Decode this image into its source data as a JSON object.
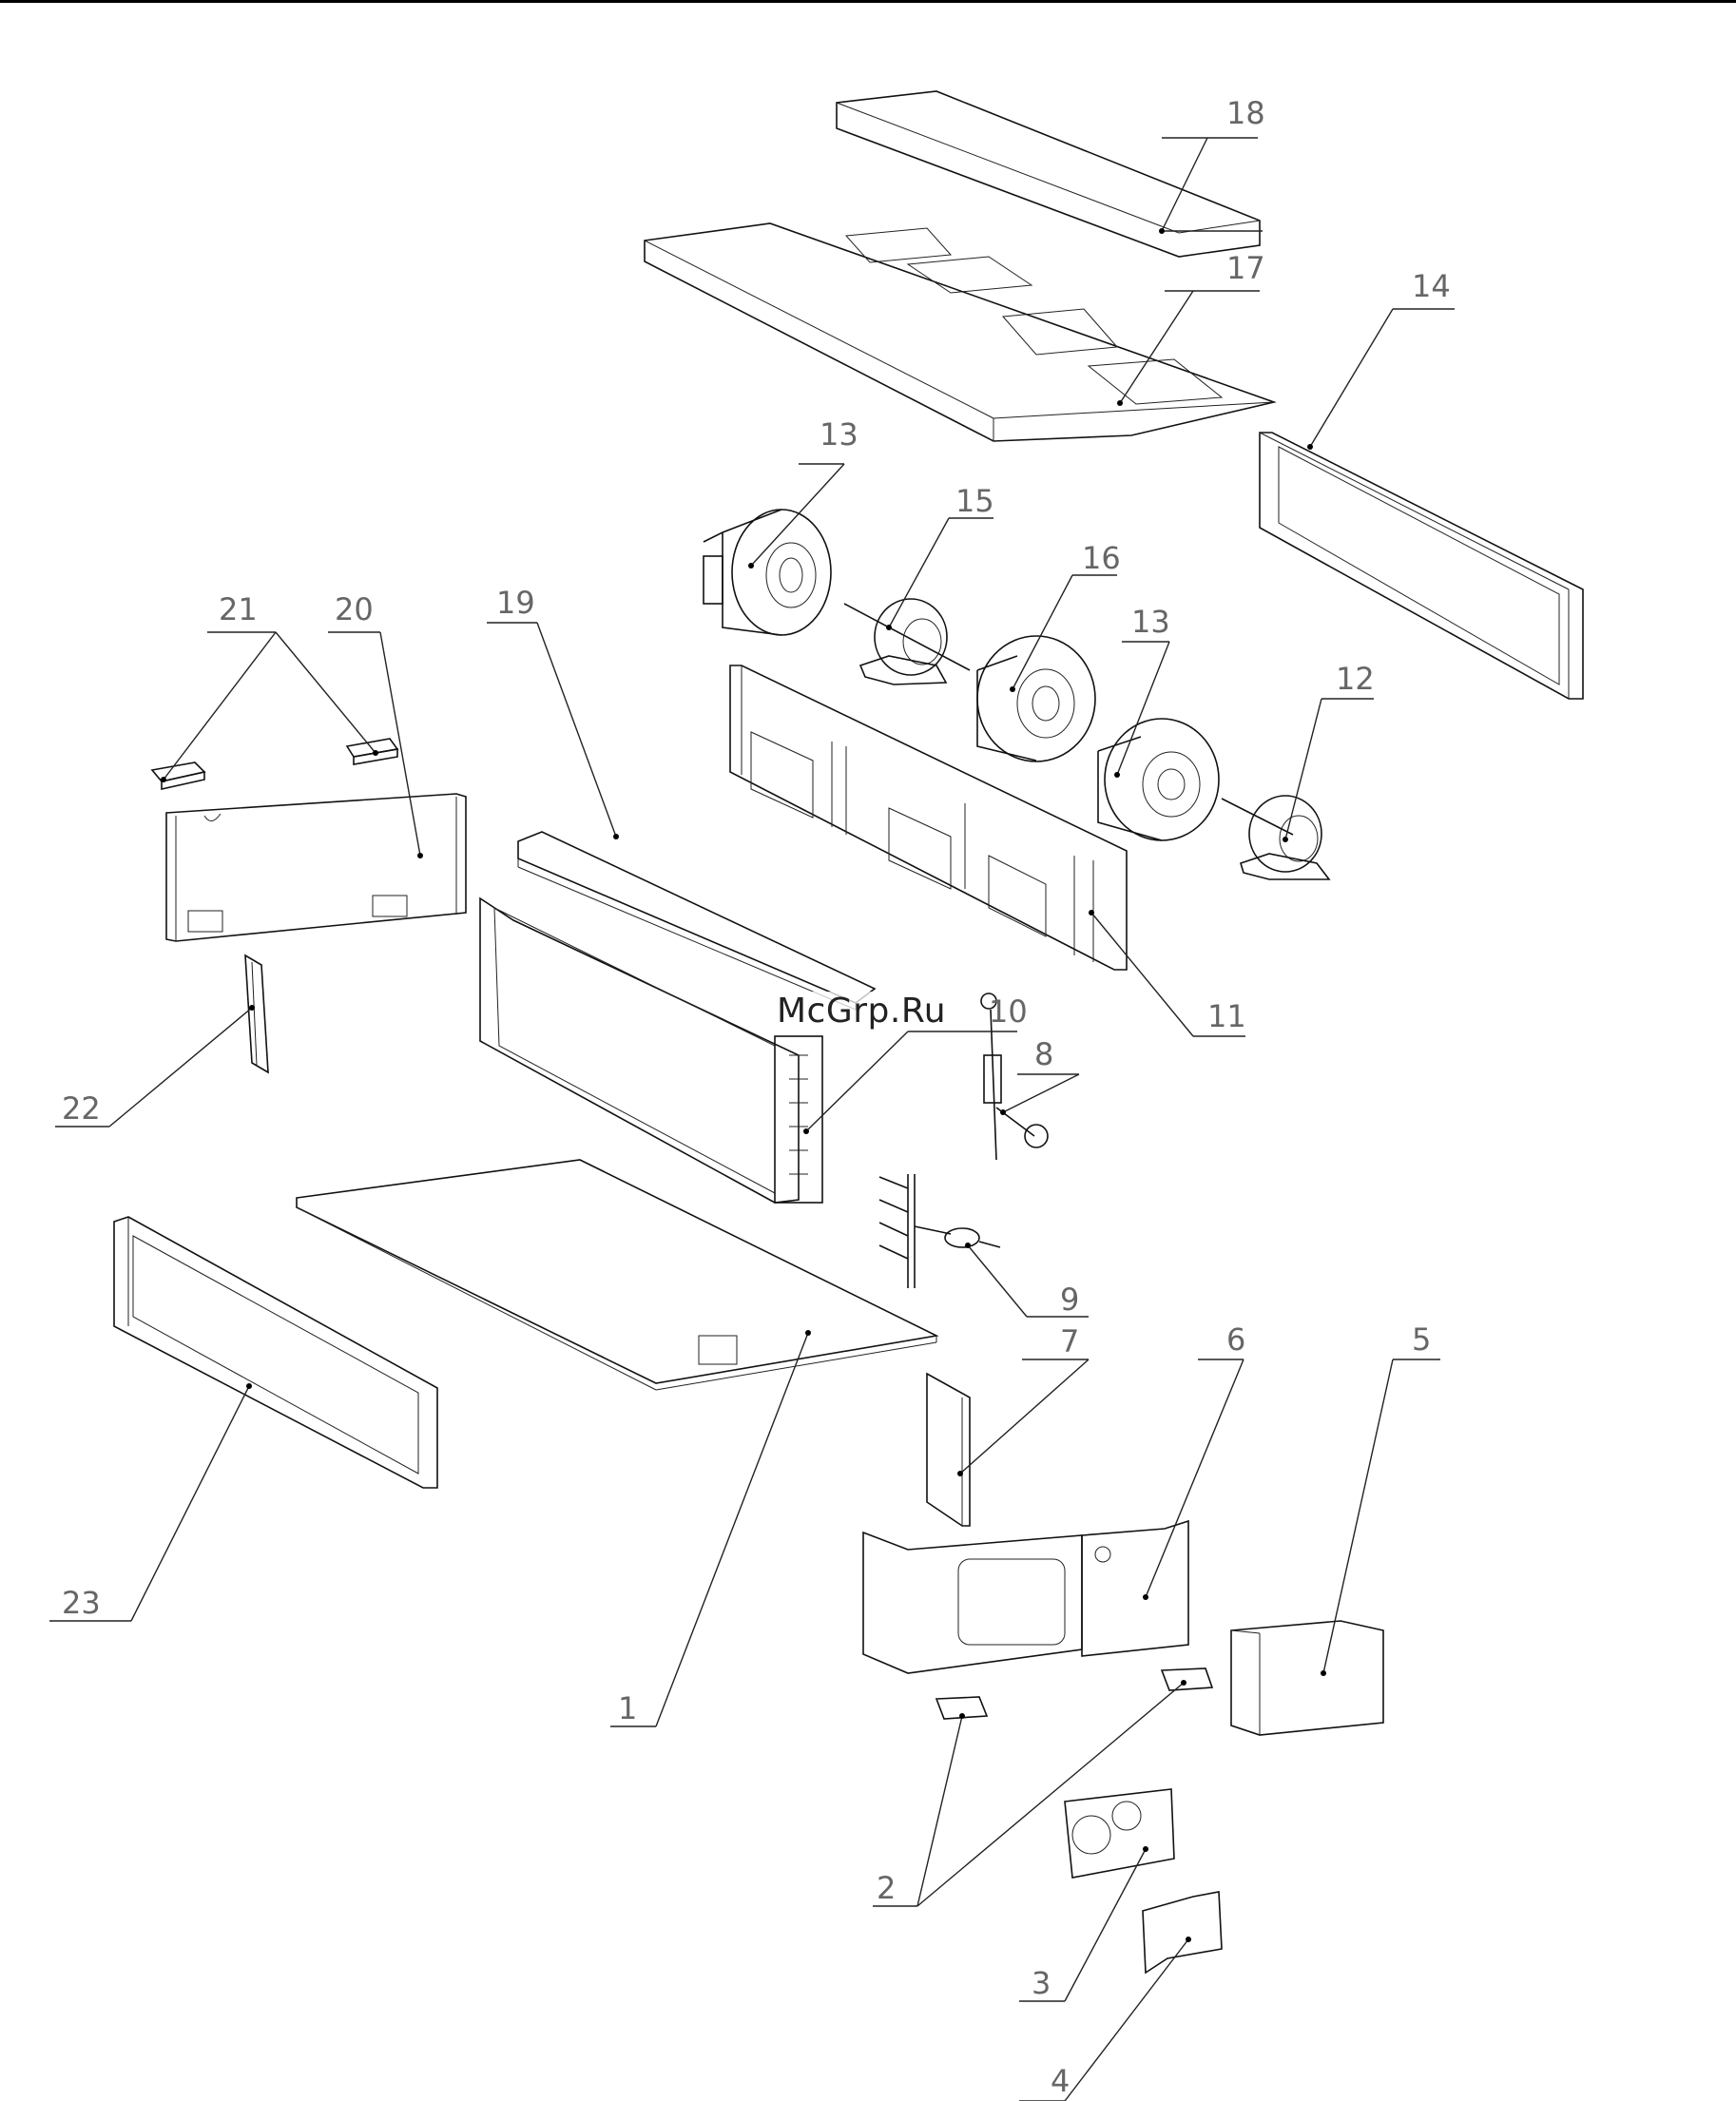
{
  "watermark": "McGrp.Ru",
  "callouts": {
    "c1": "1",
    "c2": "2",
    "c3": "3",
    "c4": "4",
    "c5": "5",
    "c6": "6",
    "c7": "7",
    "c8": "8",
    "c9": "9",
    "c10": "10",
    "c11": "11",
    "c12": "12",
    "c13a": "13",
    "c13b": "13",
    "c14": "14",
    "c15": "15",
    "c16": "16",
    "c17": "17",
    "c18": "18",
    "c19": "19",
    "c20": "20",
    "c21": "21",
    "c22": "22",
    "c23": "23"
  }
}
